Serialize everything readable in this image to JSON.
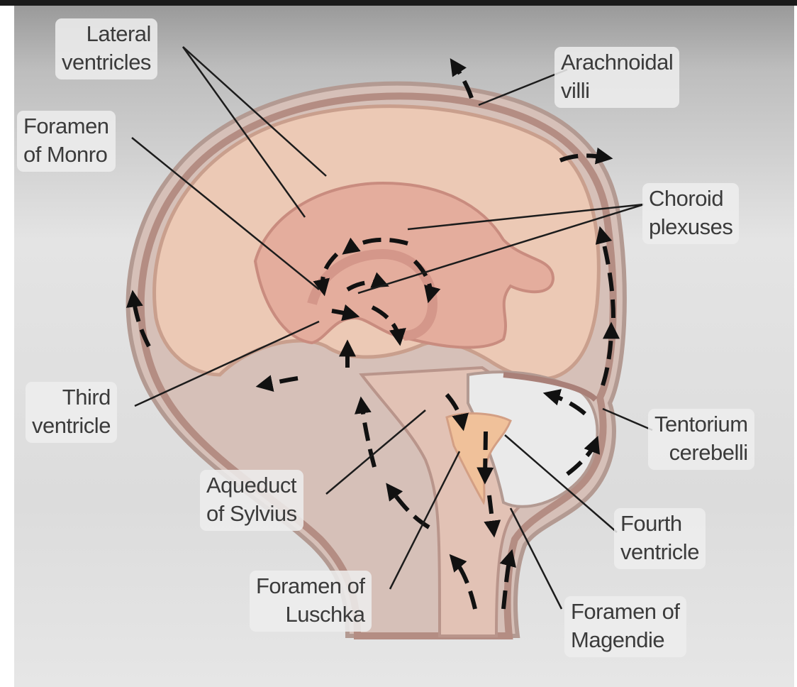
{
  "diagram": {
    "labels": {
      "lateral_ventricles": [
        "Lateral",
        "ventricles"
      ],
      "arachnoidal_villi": [
        "Arachnoidal",
        "villi"
      ],
      "foramen_monro": [
        "Foramen",
        "of Monro"
      ],
      "choroid_plexuses": [
        "Choroid",
        "plexuses"
      ],
      "third_ventricle": [
        "Third",
        "ventricle"
      ],
      "tentorium_cerebelli": [
        "Tentorium",
        "cerebelli"
      ],
      "aqueduct_sylvius": [
        "Aqueduct",
        "of Sylvius"
      ],
      "fourth_ventricle": [
        "Fourth",
        "ventricle"
      ],
      "foramen_luschka": [
        "Foramen of",
        "Luschka"
      ],
      "foramen_magendie": [
        "Foramen of",
        "Magendie"
      ]
    },
    "colors": {
      "brain": "#ecc9b5",
      "ventricle": "#e0a69a",
      "csf_space": "#d0b8b0",
      "outline": "#a98078",
      "arrow": "#111111",
      "leader": "#1c1c1c"
    }
  }
}
